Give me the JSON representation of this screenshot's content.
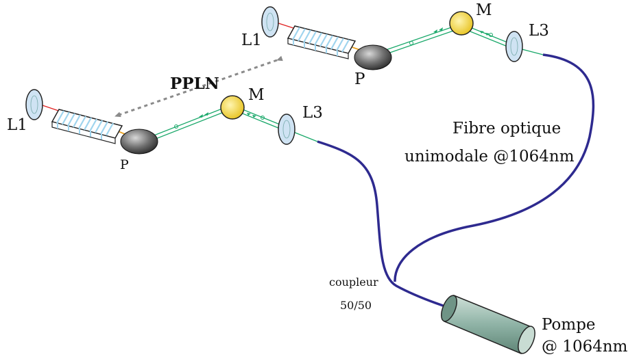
{
  "labels": {
    "l1_top": "L1",
    "l1_left": "L1",
    "l3_top": "L3",
    "l3_left": "L3",
    "m_top": "M",
    "m_left": "M",
    "p_top": "P",
    "p_left": "P",
    "ppln": "PPLN",
    "fibre_line1": "Fibre optique",
    "fibre_line2": "unimodale @1064nm",
    "coupleur_line1": "coupleur",
    "coupleur_line2": "50/50",
    "pompe_line1": "Pompe",
    "pompe_line2": "@ 1064nm"
  },
  "colors": {
    "fiber": "#2e2a8f",
    "beam_green": "#1aa86a",
    "beam_red": "#e02020",
    "beam_orange": "#e8a020",
    "crystal_stripes": "#9fd4ee",
    "mirror_fill": "#f2d33a",
    "lens_fill": "#cfe3f3",
    "pump_body": "#8fb3a6",
    "arrow_gray": "#8a8a8a"
  }
}
